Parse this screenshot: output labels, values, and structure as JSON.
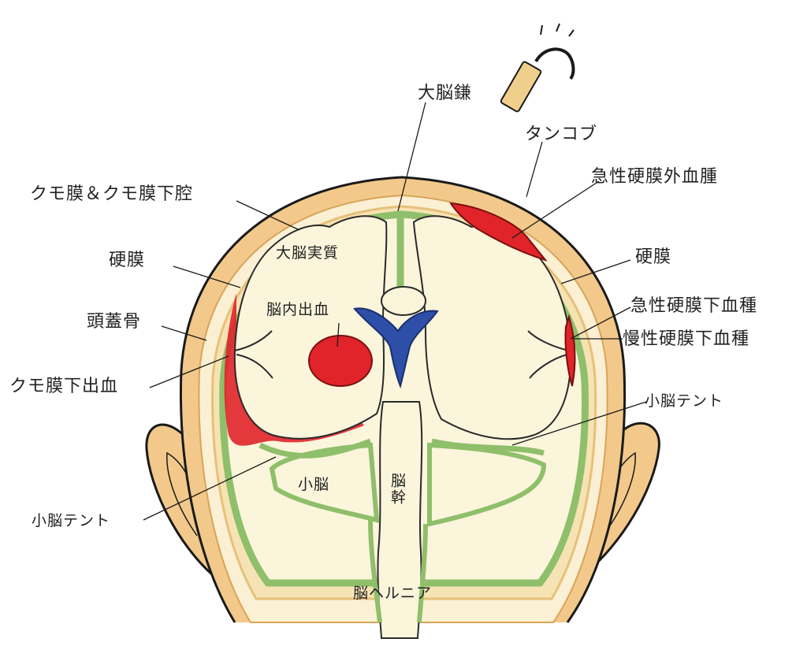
{
  "colors": {
    "skin_outline": "#1a1a1a",
    "skull": "#f2c98a",
    "dura": "#f6e3b4",
    "arachnoid": "#8fbf6a",
    "brain": "#fbf5dc",
    "blood": "#e0242a",
    "ventricle": "#2d4fa8",
    "hook": "#f0cf8c"
  },
  "icons": {
    "surgical_hook": "hook-icon"
  },
  "labels": {
    "falx": "大脳鎌",
    "tanikobu": "タンコブ",
    "acute_epidural": "急性硬膜外血腫",
    "arachnoid_space": "クモ膜＆クモ膜下腔",
    "cerebrum": "大脳実質",
    "dura_left": "硬膜",
    "dura_right": "硬膜",
    "intracerebral": "脳内出血",
    "acute_subdural": "急性硬膜下血種",
    "skull": "頭蓋骨",
    "chronic_subdural": "慢性硬膜下血種",
    "subarachnoid": "クモ膜下出血",
    "tentorium_right": "小脳テント",
    "cerebellum": "小脳",
    "brainstem": "脳幹",
    "tentorium_left": "小脳テント",
    "herniation": "脳ヘルニア"
  }
}
